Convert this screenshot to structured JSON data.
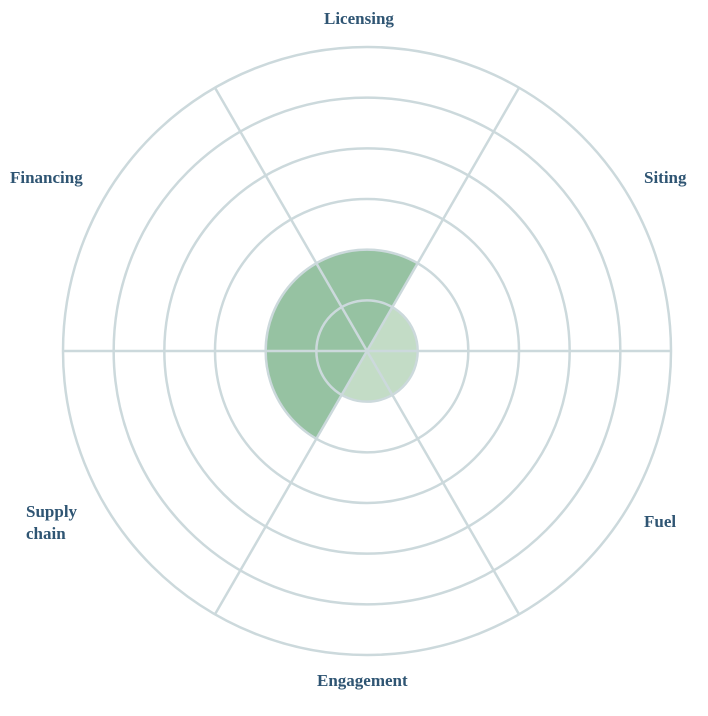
{
  "chart_data": {
    "type": "radial-bar",
    "categories": [
      "Licensing",
      "Siting",
      "Fuel",
      "Engagement",
      "Supply\nchain",
      "Financing"
    ],
    "values": [
      2,
      1,
      1,
      1,
      2,
      2
    ],
    "rlim": [
      0,
      6
    ],
    "rings": 6,
    "grid": true,
    "colors": {
      "low": "#c3dcc6",
      "high": "#96c2a2",
      "grid": "#ccd9dc",
      "label": "#2f5573"
    }
  }
}
